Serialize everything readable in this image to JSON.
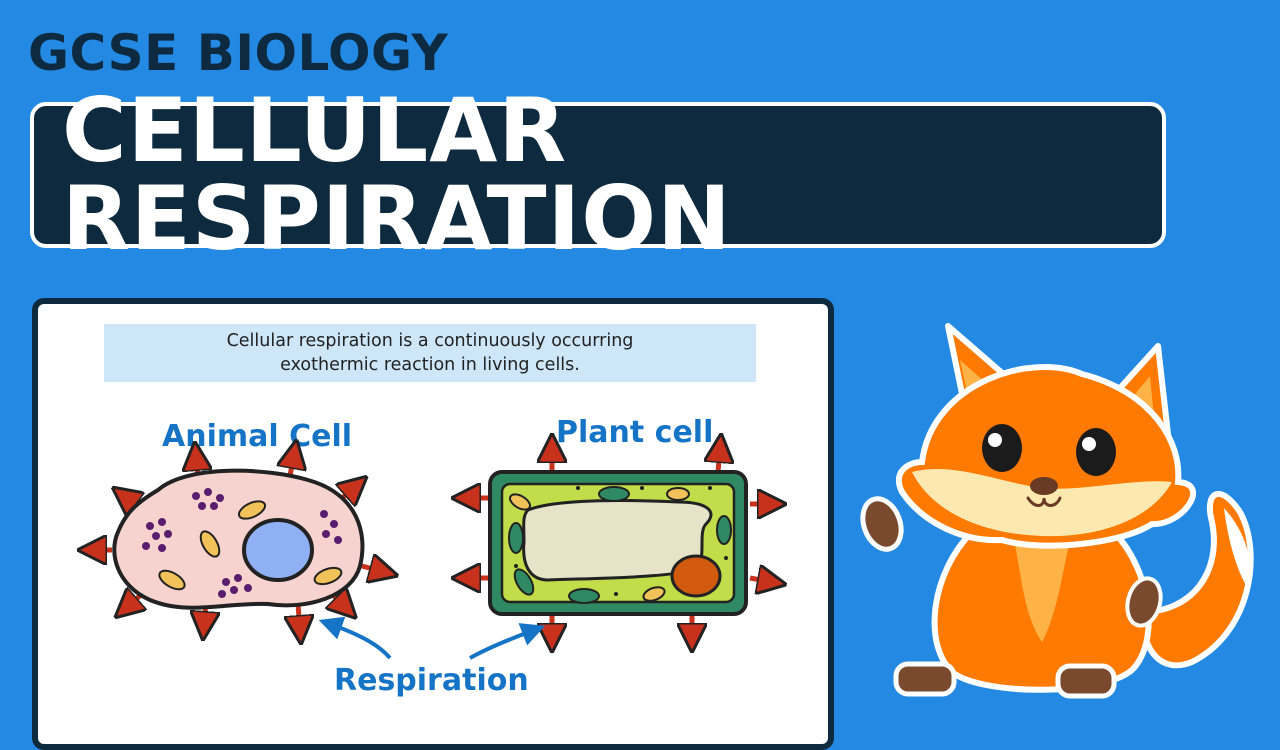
{
  "header": {
    "subject": "GCSE BIOLOGY",
    "title": "CELLULAR RESPIRATION"
  },
  "card": {
    "banner_line1": "Cellular respiration is a continuously occurring",
    "banner_line2": "exothermic reaction in living cells.",
    "animal_label": "Animal Cell",
    "plant_label": "Plant cell",
    "respiration_label": "Respiration"
  },
  "colors": {
    "background": "#2389e3",
    "title_box": "#0e2a3f",
    "label_blue": "#1674c6",
    "animal_cell": "#f7d3cf",
    "plant_wall": "#2f8a63",
    "plant_cytoplasm": "#c2dc4a",
    "arrow": "#c8321c",
    "fox_orange": "#ff7a00"
  },
  "icons": [
    "animal-cell-illustration",
    "plant-cell-illustration",
    "fox-mascot-illustration"
  ]
}
